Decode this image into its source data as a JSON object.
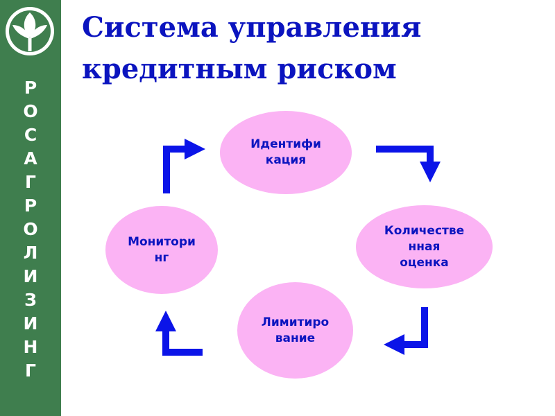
{
  "colors": {
    "brand_green": "#3f7e4e",
    "title_blue": "#0b14bf",
    "arrow_blue": "#0b14e8",
    "node_pink": "#fbb3f4"
  },
  "sidebar": {
    "logo_icon": "leaf-logo-icon",
    "brand_letters": [
      "Р",
      "О",
      "С",
      "А",
      "Г",
      "Р",
      "О",
      "Л",
      "И",
      "З",
      "И",
      "Н",
      "Г"
    ]
  },
  "title": {
    "line1": "Система управления",
    "line2": "кредитным риском"
  },
  "diagram": {
    "nodes": {
      "identification": "Идентифи\nкация",
      "quantitative_assessment": "Количестве\nнная\nоценка",
      "limiting": "Лимитиро\nвание",
      "monitoring": "Монитори\nнг"
    },
    "arrows": [
      "elbow-arrow-icon",
      "elbow-arrow-icon",
      "elbow-arrow-icon",
      "elbow-arrow-icon"
    ]
  }
}
